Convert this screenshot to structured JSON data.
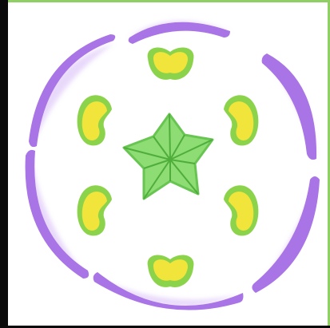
{
  "diagram": {
    "kind": "floral-diagram",
    "parts": [
      {
        "name": "petals",
        "count": 6,
        "color": "#a874e6"
      },
      {
        "name": "stamens",
        "count": 6,
        "fill": "#f1e43a",
        "outline": "#8bd34b"
      },
      {
        "name": "carpels",
        "count": 5,
        "fill": "#8edc74",
        "outline": "#4fae3b"
      }
    ],
    "colors": {
      "background": "#ffffff",
      "petal": "#a874e6",
      "petal_halo": "#d6b9f7",
      "stamen_fill": "#f1e43a",
      "stamen_outline": "#8bd34b",
      "pistil_fill": "#8edc74",
      "pistil_line": "#4fae3b",
      "frame_dark": "#0a0a0a",
      "frame_green": "#8fcf63"
    }
  }
}
